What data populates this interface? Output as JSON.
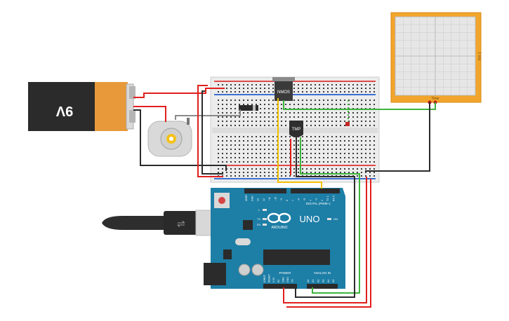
{
  "battery": {
    "label": "9V"
  },
  "mosfet": {
    "label": "NMOS"
  },
  "sensor": {
    "label": "TMP"
  },
  "oscilloscope": {
    "side_label": "1 V/d",
    "bottom_label": "Time"
  },
  "arduino": {
    "digital_header": "DIGITAL (PWM~)",
    "uno_label": "UNO",
    "brand": "ARDUINO",
    "power_header": "POWER",
    "analog_header": "ANALOG IN",
    "led_l": "L",
    "led_tx": "TX",
    "led_rx": "RX",
    "led_on": "ON",
    "analog_pins": [
      "A0",
      "A1",
      "A2",
      "A3",
      "A4",
      "A5"
    ],
    "power_pins": [
      "IOREF",
      "RESET",
      "3.3V",
      "5V",
      "GND",
      "GND",
      "Vin"
    ],
    "digital_pins": [
      "AREF",
      "GND",
      "13",
      "12",
      "~11",
      "~10",
      "~9",
      "8",
      "7",
      "~6",
      "~5",
      "4",
      "~3",
      "2",
      "TX 1",
      "RX 0"
    ]
  },
  "wire_colors": {
    "red": "#e0201c",
    "black": "#2b2b2b",
    "green": "#3db43d",
    "yellow": "#f2c200",
    "gray": "#8a8a8a"
  }
}
